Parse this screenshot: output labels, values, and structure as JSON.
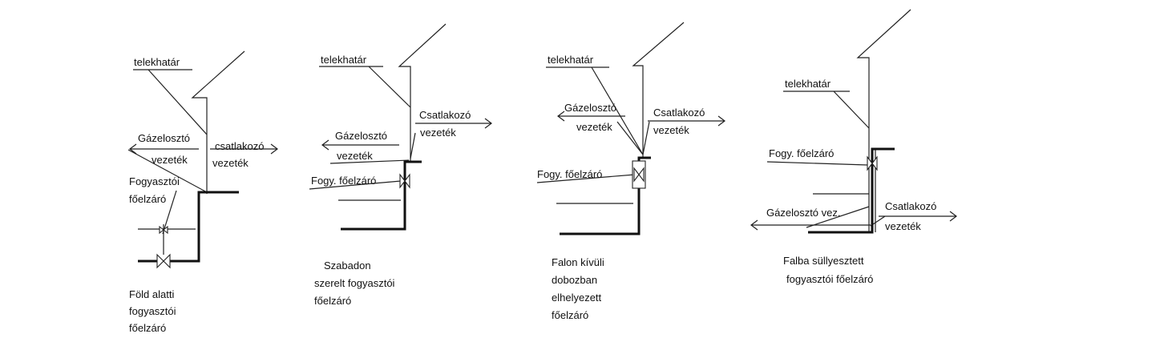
{
  "panels": [
    {
      "id": "panel-1",
      "labels": {
        "boundary": "telekhatár",
        "distributor_1": "Gázelosztó",
        "distributor_2": "vezeték",
        "service_1": "csatlakozó",
        "service_2": "vezeték",
        "valve_1": "Fogyasztói",
        "valve_2": "főelzáró"
      },
      "caption": [
        "Föld alatti",
        "fogyasztói",
        "főelzáró"
      ]
    },
    {
      "id": "panel-2",
      "labels": {
        "boundary": "telekhatár",
        "distributor_1": "Gázelosztó",
        "distributor_2": "vezeték",
        "service_1": "Csatlakozó",
        "service_2": "vezeték",
        "valve_1": "Fogy. főelzáró"
      },
      "caption": [
        "Szabadon",
        "szerelt fogyasztói",
        "főelzáró"
      ]
    },
    {
      "id": "panel-3",
      "labels": {
        "boundary": "telekhatár",
        "distributor_1": "Gázelosztó",
        "distributor_2": "vezeték",
        "service_1": "Csatlakozó",
        "service_2": "vezeték",
        "valve_1": "Fogy. főelzáró"
      },
      "caption": [
        "Falon kívüli",
        "dobozban",
        "elhelyezett",
        "főelzáró"
      ]
    },
    {
      "id": "panel-4",
      "labels": {
        "boundary": "telekhatár",
        "valve_1": "Fogy. főelzáró",
        "distributor_1": "Gázelosztó vez.",
        "service_1": "Csatlakozó",
        "service_2": "vezeték"
      },
      "caption": [
        "Falba süllyesztett",
        "fogyasztói főelzáró"
      ]
    }
  ]
}
